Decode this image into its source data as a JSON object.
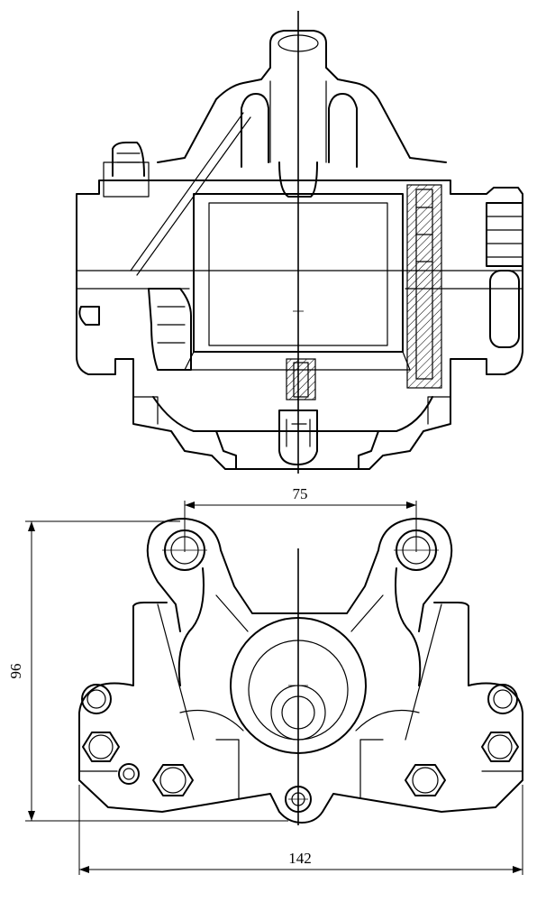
{
  "dimensions": {
    "top_span": "75",
    "height": "96",
    "width": "142"
  },
  "views": {
    "upper": "top-view",
    "lower": "front-view"
  }
}
